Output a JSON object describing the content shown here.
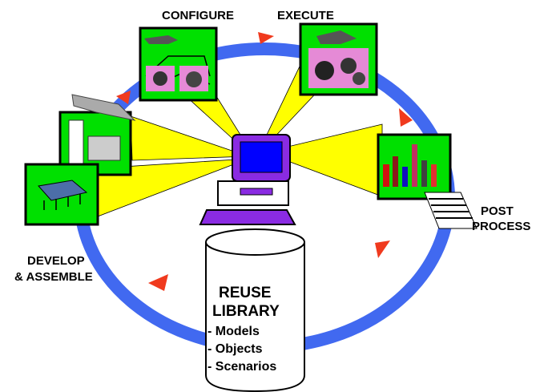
{
  "labels": {
    "configure": "CONFIGURE",
    "execute": "EXECUTE",
    "post_line1": "POST",
    "post_line2": "PROCESS",
    "develop_line1": "DEVELOP",
    "develop_line2": "& ASSEMBLE"
  },
  "library": {
    "title_line1": "REUSE",
    "title_line2": "LIBRARY",
    "items": [
      "- Models",
      "- Objects",
      "- Scenarios"
    ]
  },
  "colors": {
    "cycle_ring": "#4169f0",
    "arrow": "#f03a1e",
    "beam": "#ffff00",
    "panel_fill": "#00e000",
    "monitor": "#8a2be2",
    "screen": "#0000ff",
    "cylinder_fill": "#ffffff"
  }
}
